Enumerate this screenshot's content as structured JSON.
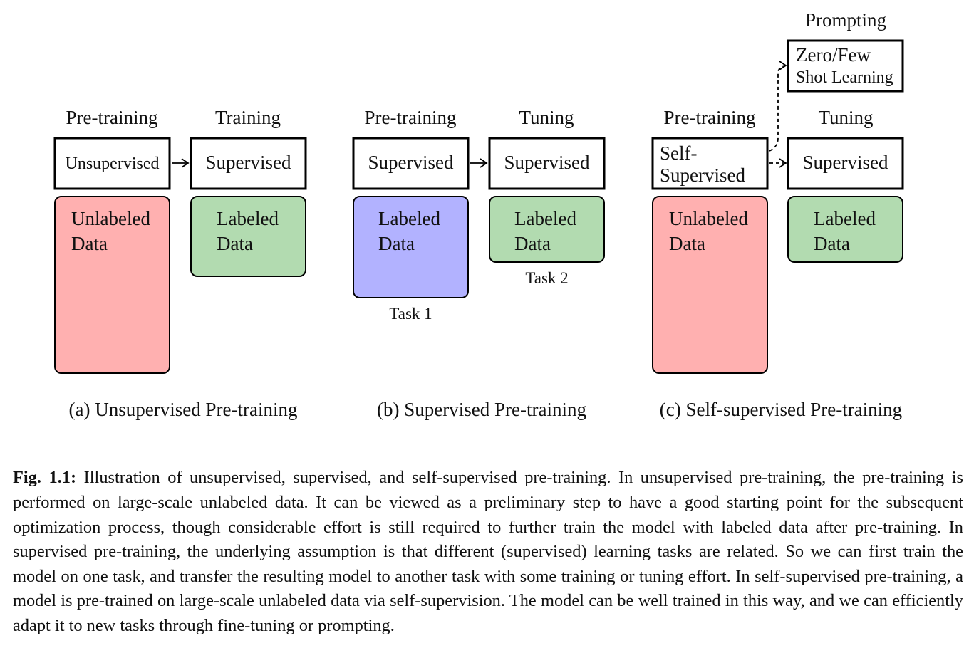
{
  "colors": {
    "unlabeled": "#ffb0b0",
    "labeled_green": "#b2dbb0",
    "labeled_blue": "#b2b2ff",
    "stroke": "#000000"
  },
  "panels": [
    {
      "id": "a",
      "headers": [
        "Pre-training",
        "Training"
      ],
      "boxes": [
        "Unsupervised",
        "Supervised"
      ],
      "data": [
        [
          "Unlabeled",
          "Data"
        ],
        [
          "Labeled",
          "Data"
        ]
      ],
      "caption": "(a) Unsupervised Pre-training"
    },
    {
      "id": "b",
      "headers": [
        "Pre-training",
        "Tuning"
      ],
      "boxes": [
        "Supervised",
        "Supervised"
      ],
      "data": [
        [
          "Labeled",
          "Data"
        ],
        [
          "Labeled",
          "Data"
        ]
      ],
      "tasks": [
        "Task 1",
        "Task 2"
      ],
      "caption": "(b) Supervised Pre-training"
    },
    {
      "id": "c",
      "headers": [
        "Pre-training",
        "Tuning",
        "Prompting"
      ],
      "boxes": [
        [
          "Self-",
          "Supervised"
        ],
        "Supervised",
        [
          "Zero/Few",
          "Shot Learning"
        ]
      ],
      "data": [
        [
          "Unlabeled",
          "Data"
        ],
        [
          "Labeled",
          "Data"
        ]
      ],
      "caption": "(c) Self-supervised Pre-training"
    }
  ],
  "figure_caption": {
    "label": "Fig. 1.1:",
    "text": "Illustration of unsupervised, supervised, and self-supervised pre-training. In unsupervised pre-training, the pre-training is performed on large-scale unlabeled data. It can be viewed as a preliminary step to have a good starting point for the subsequent optimization process, though considerable effort is still required to further train the model with labeled data after pre-training. In supervised pre-training, the underlying assumption is that different (supervised) learning tasks are related. So we can first train the model on one task, and transfer the resulting model to another task with some training or tuning effort. In self-supervised pre-training, a model is pre-trained on large-scale unlabeled data via self-supervision. The model can be well trained in this way, and we can efficiently adapt it to new tasks through fine-tuning or prompting."
  }
}
